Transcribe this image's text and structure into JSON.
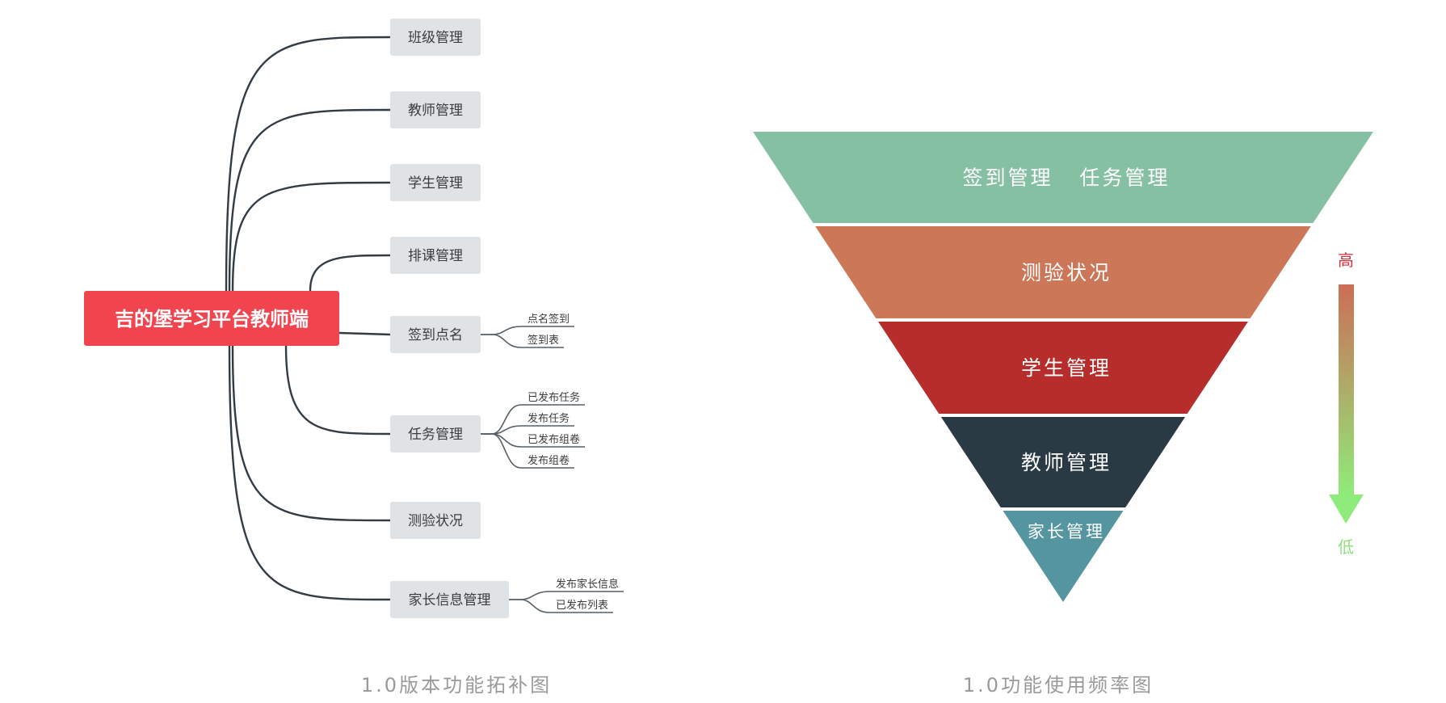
{
  "topology": {
    "root": "吉的堡学习平台教师端",
    "modules": [
      {
        "label": "班级管理",
        "children": []
      },
      {
        "label": "教师管理",
        "children": []
      },
      {
        "label": "学生管理",
        "children": []
      },
      {
        "label": "排课管理",
        "children": []
      },
      {
        "label": "签到点名",
        "children": [
          "点名签到",
          "签到表"
        ]
      },
      {
        "label": "任务管理",
        "children": [
          "已发布任务",
          "发布任务",
          "已发布组卷",
          "发布组卷"
        ]
      },
      {
        "label": "测验状况",
        "children": []
      },
      {
        "label": "家长信息管理",
        "children": [
          "发布家长信息",
          "已发布列表"
        ]
      }
    ],
    "caption": "1.0版本功能拓补图"
  },
  "frequency": {
    "tiers": [
      {
        "label": "签到管理   任务管理",
        "color": "#86c0a3"
      },
      {
        "label": "测验状况",
        "color": "#cc7758"
      },
      {
        "label": "学生管理",
        "color": "#b72d2b"
      },
      {
        "label": "教师管理",
        "color": "#2a3a45"
      },
      {
        "label": "家长管理",
        "color": "#5595a0"
      }
    ],
    "scale": {
      "high": "高",
      "low": "低",
      "high_color": "#cc6e57",
      "low_color": "#8fec7a"
    },
    "caption": "1.0功能使用频率图"
  }
}
